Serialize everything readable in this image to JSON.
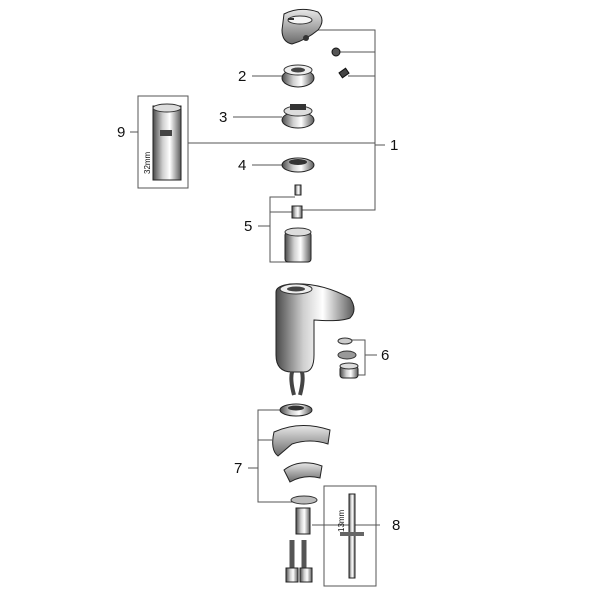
{
  "callouts": [
    {
      "id": "1",
      "label": "1"
    },
    {
      "id": "2",
      "label": "2"
    },
    {
      "id": "3",
      "label": "3"
    },
    {
      "id": "4",
      "label": "4"
    },
    {
      "id": "5",
      "label": "5"
    },
    {
      "id": "6",
      "label": "6"
    },
    {
      "id": "7",
      "label": "7"
    },
    {
      "id": "8",
      "label": "8"
    },
    {
      "id": "9",
      "label": "9"
    }
  ],
  "tool_labels": {
    "wrench_32": "32mm",
    "key_13": "13mm"
  }
}
